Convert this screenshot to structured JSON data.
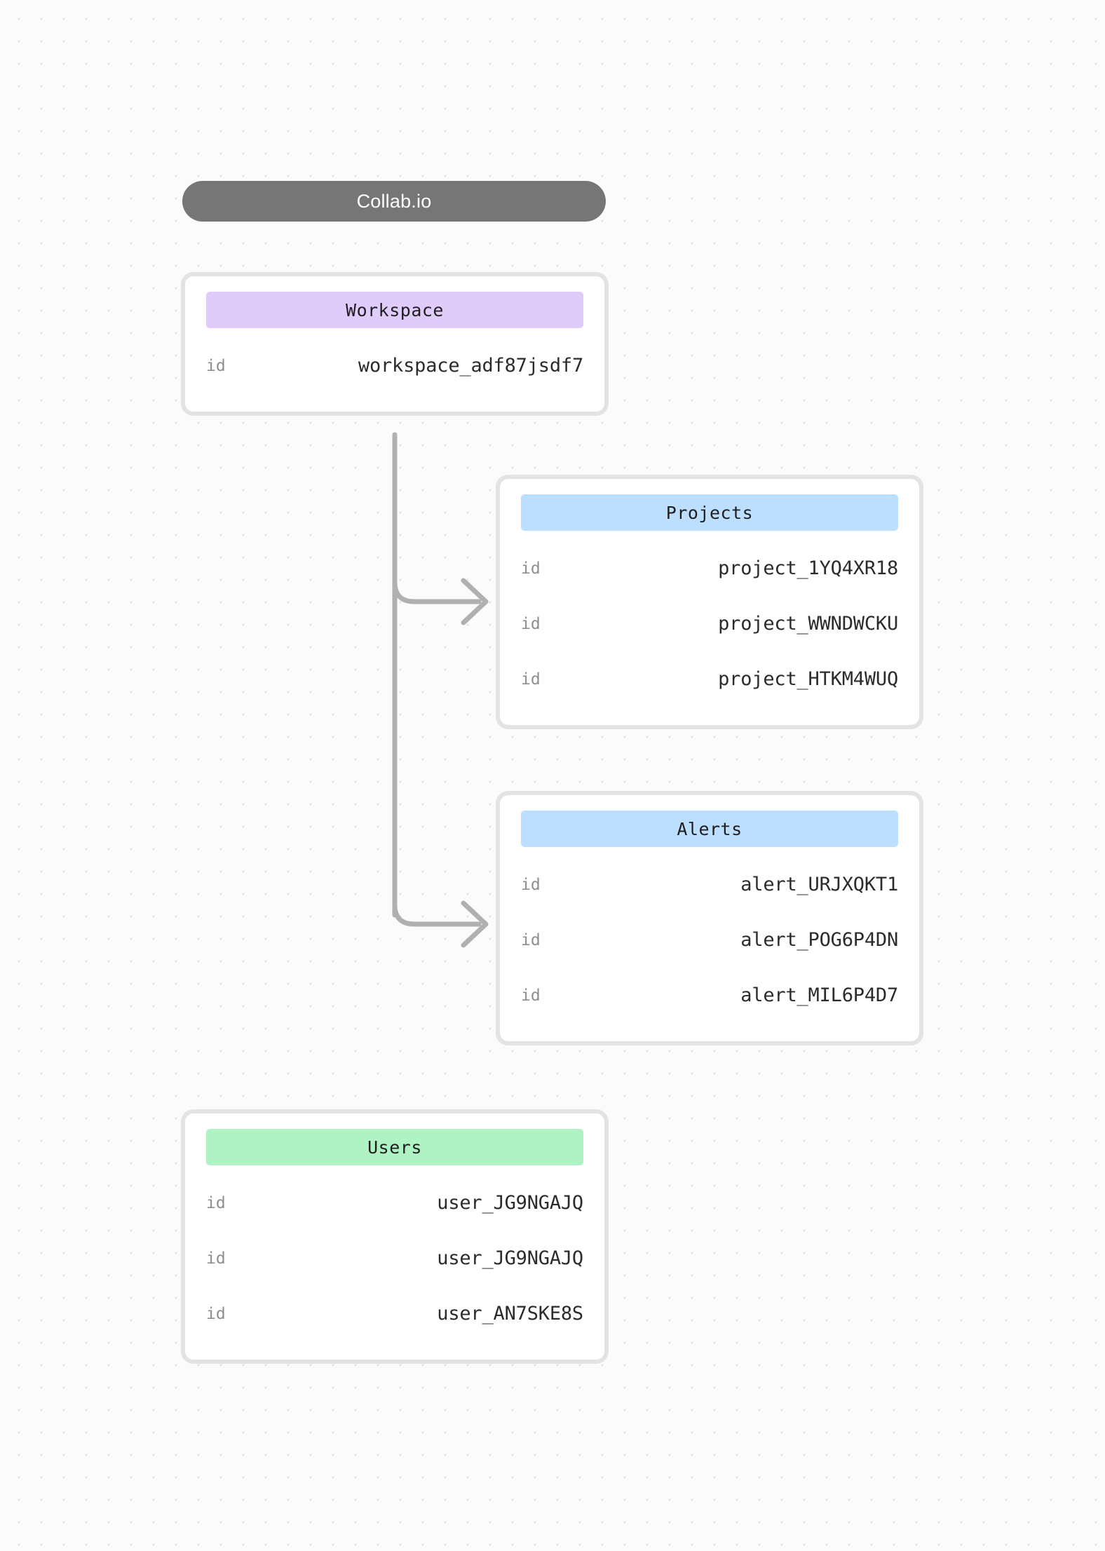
{
  "diagram": {
    "title": "Collab.io",
    "background": {
      "color": "#fbfbfb",
      "dot_color": "#e4e4e4"
    },
    "title_pill_color": "#767676",
    "card_border_color": "#e3e3e5",
    "connector_color": "#b0b0b0",
    "entities": [
      {
        "name": "Workspace",
        "header_color": "#e0ccfb",
        "rows": [
          {
            "key": "id",
            "value": "workspace_adf87jsdf7"
          }
        ]
      },
      {
        "name": "Projects",
        "header_color": "#bcdeff",
        "rows": [
          {
            "key": "id",
            "value": "project_1YQ4XR18"
          },
          {
            "key": "id",
            "value": "project_WWNDWCKU"
          },
          {
            "key": "id",
            "value": "project_HTKM4WUQ"
          }
        ]
      },
      {
        "name": "Alerts",
        "header_color": "#bcdeff",
        "rows": [
          {
            "key": "id",
            "value": "alert_URJXQKT1"
          },
          {
            "key": "id",
            "value": "alert_POG6P4DN"
          },
          {
            "key": "id",
            "value": "alert_MIL6P4D7"
          }
        ]
      },
      {
        "name": "Users",
        "header_color": "#aff3c5",
        "rows": [
          {
            "key": "id",
            "value": "user_JG9NGAJQ"
          },
          {
            "key": "id",
            "value": "user_JG9NGAJQ"
          },
          {
            "key": "id",
            "value": "user_AN7SKE8S"
          }
        ]
      }
    ],
    "connections": [
      {
        "from": "Workspace",
        "to": "Projects"
      },
      {
        "from": "Workspace",
        "to": "Alerts"
      }
    ]
  }
}
